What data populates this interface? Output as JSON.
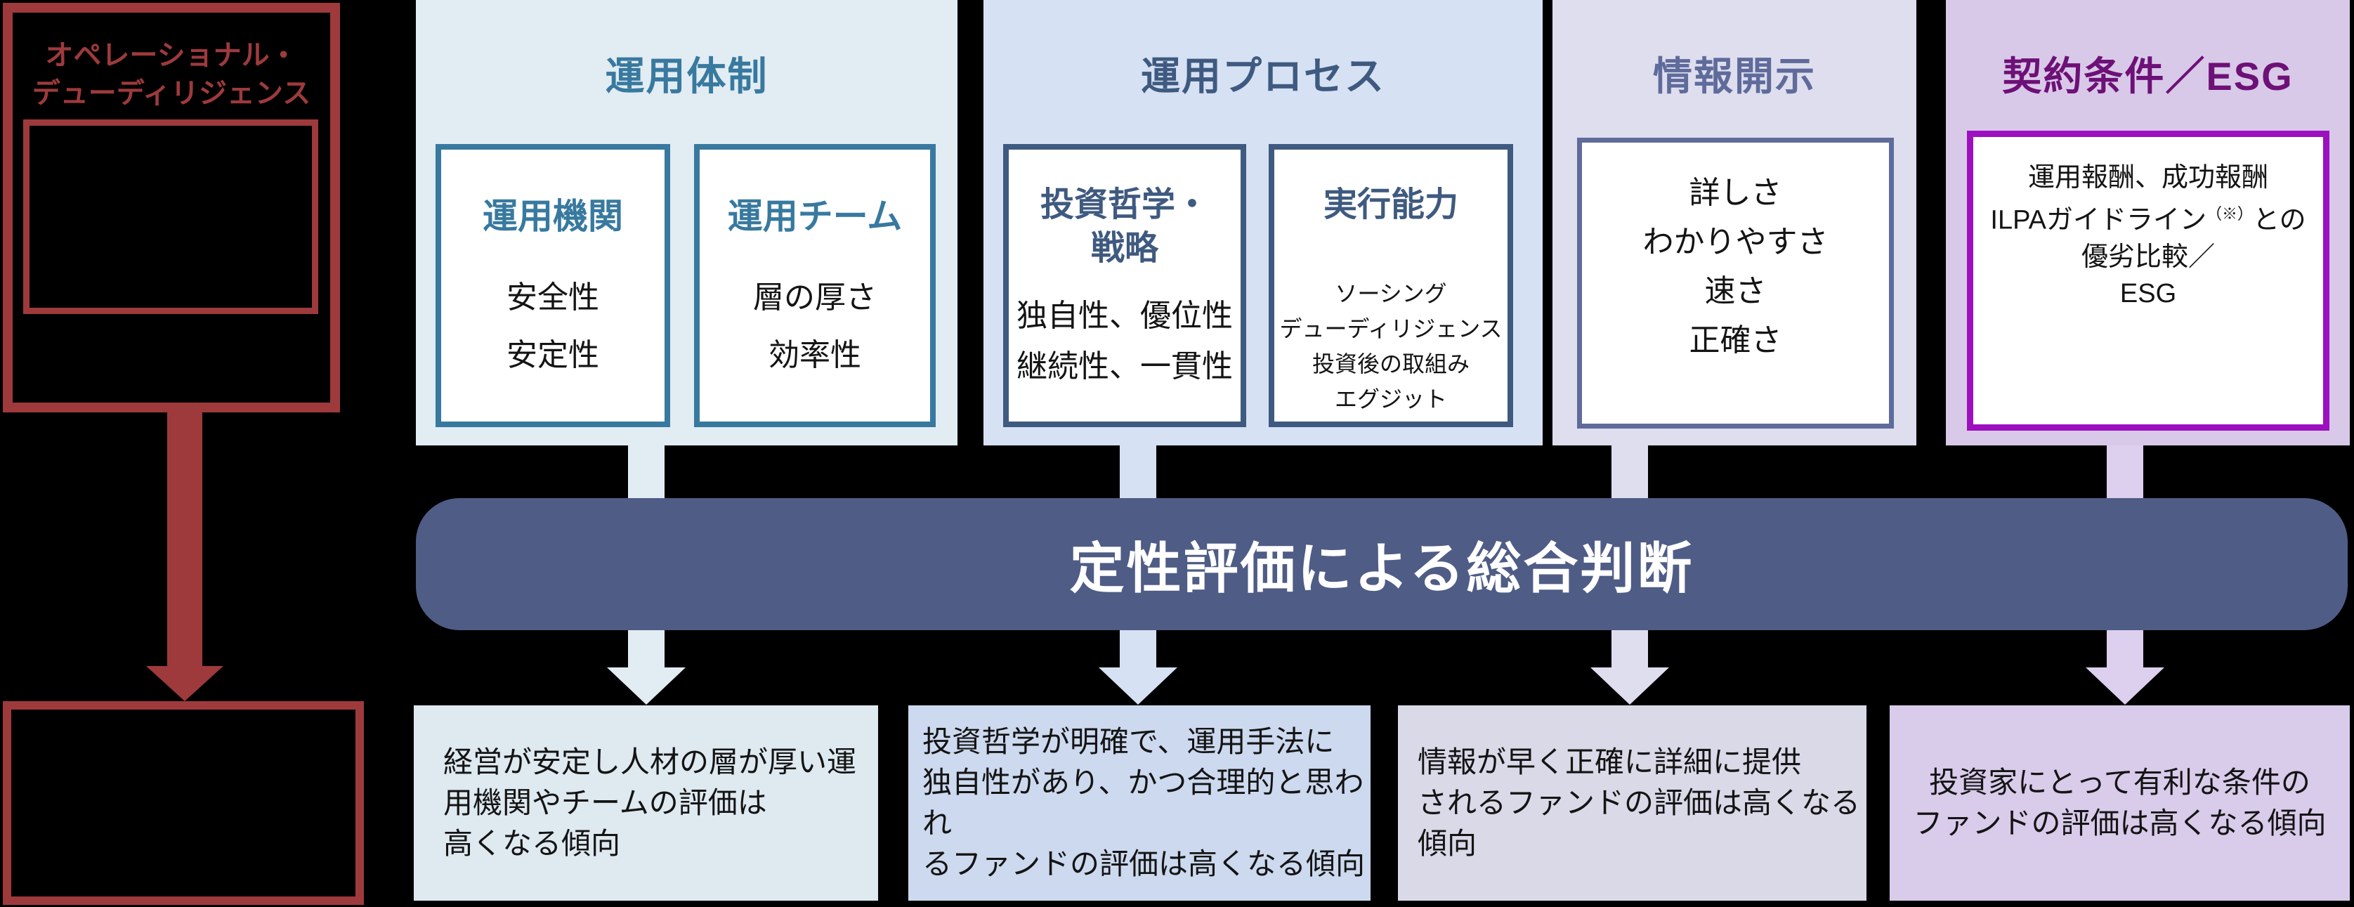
{
  "palette": {
    "background": "#000000",
    "odd_red": "#9e3a3c",
    "band_bg": "#4f5c85",
    "band_text": "#ffffff",
    "col1_bg": "#e2ecf3",
    "col1_accent": "#38799f",
    "col2_bg": "#d6e1f3",
    "col2_accent": "#3f5a80",
    "col3_bg": "#dfdeee",
    "col3_accent": "#5f6b9b",
    "col4_bg": "#d9c9e8",
    "col4_accent": "#6d1077",
    "col4_box_border": "#9c10c0",
    "outcome1_bg": "#dee9f0",
    "outcome2_bg": "#ccd9ee",
    "outcome3_bg": "#d9d9e8",
    "outcome4_bg": "#d9cbea"
  },
  "odd": {
    "title_line1": "オペレーショナル・",
    "title_line2": "デューディリジェンス"
  },
  "band": {
    "label": "定性評価による総合判断"
  },
  "columns": [
    {
      "header": "運用体制",
      "boxes": [
        {
          "title_lines": [
            "運用機関"
          ],
          "items": [
            "安全性",
            "安定性"
          ]
        },
        {
          "title_lines": [
            "運用チーム"
          ],
          "items": [
            "層の厚さ",
            "効率性"
          ]
        }
      ],
      "outcome_lines": [
        "経営が安定し人材の層が厚い運",
        "用機関やチームの評価は",
        "高くなる傾向"
      ]
    },
    {
      "header": "運用プロセス",
      "boxes": [
        {
          "title_lines": [
            "投資哲学・",
            "戦略"
          ],
          "items": [
            "独自性、優位性",
            "継続性、一貫性"
          ]
        },
        {
          "title_lines": [
            "実行能力"
          ],
          "items": [
            "ソーシング",
            "デューディリジェンス",
            "投資後の取組み",
            "エグジット"
          ]
        }
      ],
      "outcome_lines": [
        "投資哲学が明確で、運用手法に",
        "独自性があり、かつ合理的と思われ",
        "るファンドの評価は高くなる傾向"
      ]
    },
    {
      "header": "情報開示",
      "boxes": [
        {
          "items": [
            "詳しさ",
            "わかりやすさ",
            "速さ",
            "正確さ"
          ]
        }
      ],
      "outcome_lines": [
        "情報が早く正確に詳細に提供",
        "されるファンドの評価は高くなる傾向"
      ]
    },
    {
      "header": "契約条件／ESG",
      "boxes": [
        {
          "lines": {
            "line1": "運用報酬、成功報酬",
            "ilpa_prefix": "ILPAガイドライン",
            "ilpa_note": "（※）",
            "ilpa_suffix": "との",
            "line3": "優劣比較／",
            "line4": "ESG"
          }
        }
      ],
      "outcome_lines": [
        "投資家にとって有利な条件の",
        "ファンドの評価は高くなる傾向"
      ]
    }
  ]
}
